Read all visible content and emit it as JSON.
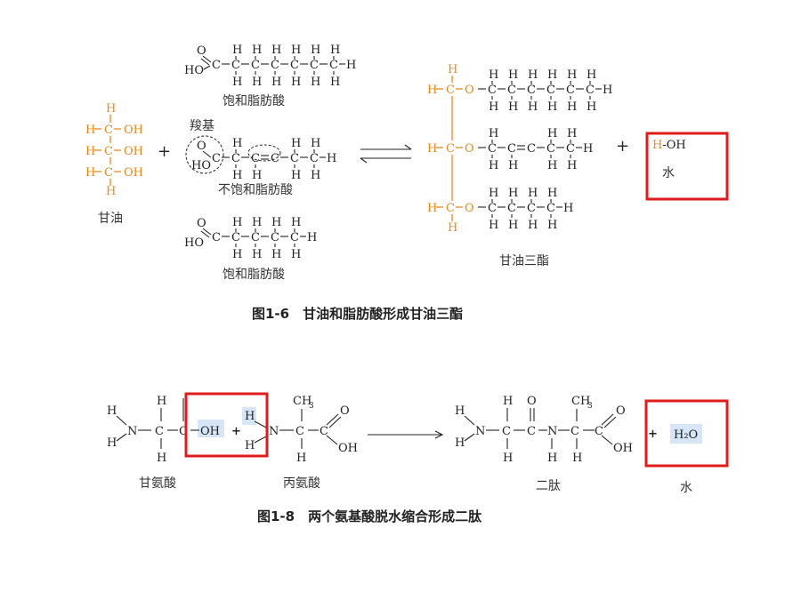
{
  "fig6": {
    "glycerol_label": "甘油",
    "sat_acid_label_top": "饱和脂肪酸",
    "carboxyl_label": "羧基",
    "unsat_acid_label": "不饱和脂肪酸",
    "sat_acid_label_bottom": "饱和脂肪酸",
    "triglyceride_label": "甘油三酯",
    "water_formula": "H-OH",
    "water_label": "水",
    "caption": "图1-6　甘油和脂肪酸形成甘油三酯"
  },
  "fig8": {
    "glycine_label": "甘氨酸",
    "alanine_label": "丙氨酸",
    "dipeptide_label": "二肽",
    "water_formula": "H₂O",
    "water_label": "水",
    "caption": "图1-8　两个氨基酸脱水缩合形成二肽"
  },
  "colors": {
    "glycerol": "#e8891e",
    "highlight_box": "#e01b1b",
    "water_bg": "#d6e6f7"
  }
}
